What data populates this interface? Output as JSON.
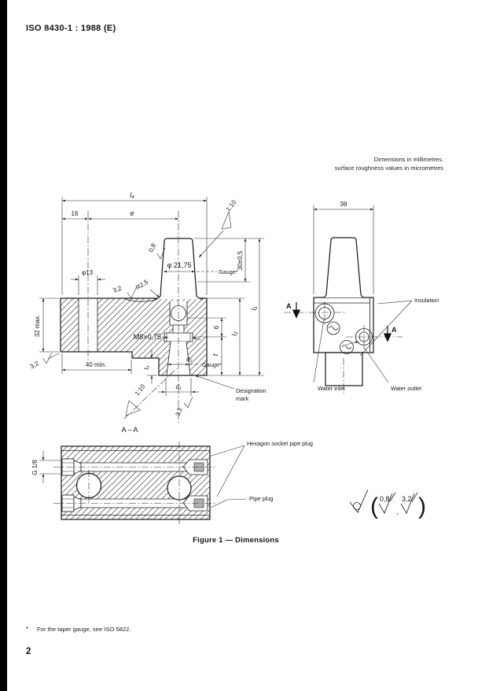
{
  "page": {
    "header": "ISO 8430-1 : 1988 (E)",
    "note_line1": "Dimensions in millimetres.",
    "note_line2": "surface roughness values in micrometres",
    "caption": "Figure 1 — Dimensions",
    "footnote_marker": "*",
    "footnote_text": "For the taper gauge, see ISO 5822.",
    "page_number": "2"
  },
  "front_view": {
    "labels": {
      "l4": "l₄",
      "dim_16": "16",
      "e": "e",
      "phi13": "φ13",
      "rough_top": "3,2",
      "r25": "R2,5",
      "rough_boss": "0,8",
      "phi_2175": "φ 21,75",
      "gauge_top": "Gauge*",
      "taper_top": "1:10",
      "tol_30": "30±0,5",
      "l1": "l₁",
      "l2": "l₂",
      "depth_6": "6",
      "t": "t",
      "thread": "M8×0,75",
      "max_32": "32 max.",
      "rough_left": "3,2",
      "min_40": "40 min.",
      "l3": "l₃",
      "d2": "d₂",
      "gauge_bottom": "Gauge*",
      "designation_line1": "Designation",
      "designation_line2": "mark",
      "d1": "d₁",
      "taper_bottom": "1:10",
      "rough_socket": "3,2"
    }
  },
  "side_view": {
    "width_38": "38",
    "section_a_left": "A",
    "section_a_right": "A",
    "insulation": "Insulation",
    "water_inlet": "Water inlet",
    "water_outlet": "Water outlet"
  },
  "section_view": {
    "title": "A – A",
    "g18": "G 1/8",
    "hex_plug": "Hexagon socket pipe plug",
    "pipe_plug": "Pipe plug"
  },
  "roughness_note": {
    "paren_open": "(",
    "r1": "0,8",
    "comma": ",",
    "r2": "3,2",
    "paren_close": ")"
  }
}
